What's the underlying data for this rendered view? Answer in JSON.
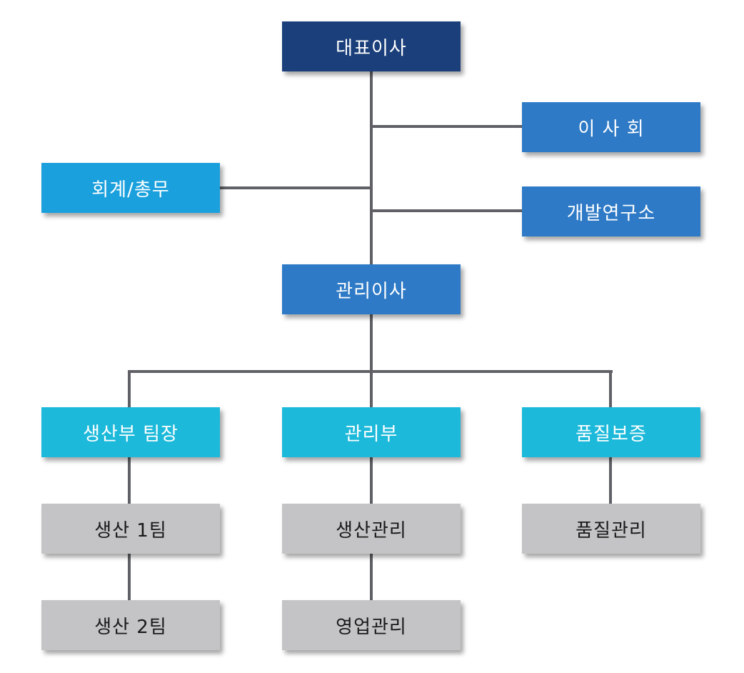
{
  "org_chart": {
    "ceo": "대표이사",
    "board": "이 사 회",
    "accounting": "회계/총무",
    "research": "개발연구소",
    "managing_director": "관리이사",
    "production_lead": "생산부 팀장",
    "management": "관리부",
    "quality_assurance": "품질보증",
    "production_team_1": "생산 1팀",
    "production_team_2": "생산 2팀",
    "production_management": "생산관리",
    "sales_management": "영업관리",
    "quality_management": "품질관리"
  },
  "colors": {
    "navy": "#1a3f7a",
    "blue": "#2e7ac6",
    "sky": "#1aa0dd",
    "cyan": "#1cb9da",
    "gray": "#c4c4c6",
    "connector": "#5f6166"
  }
}
